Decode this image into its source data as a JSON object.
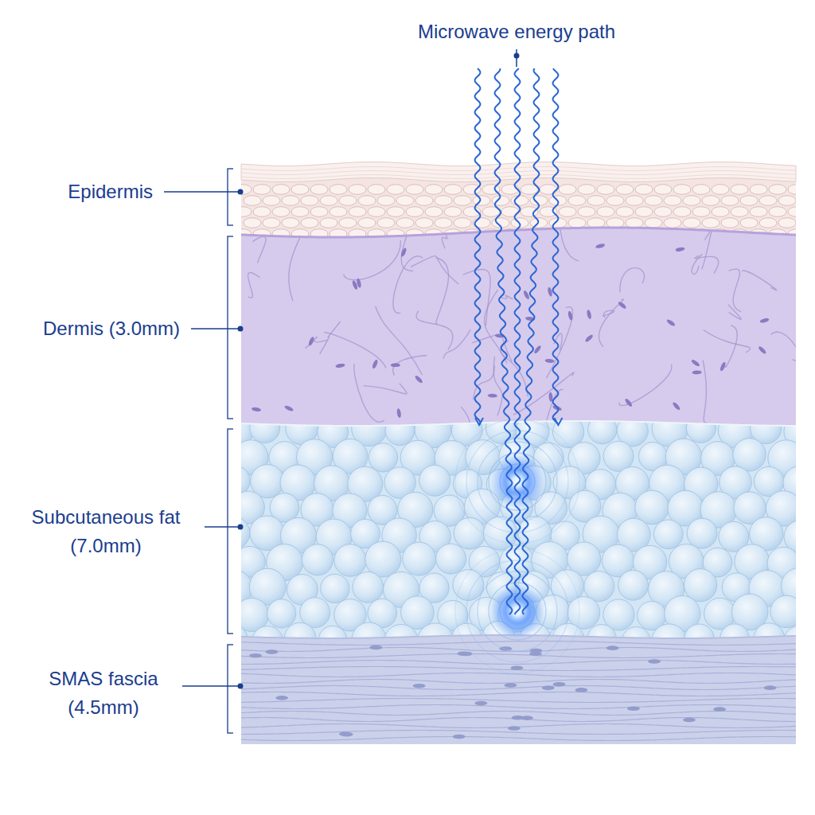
{
  "diagram": {
    "labels": [
      "Microwave energy path",
      "Epidermis",
      "Dermis (3.0mm)",
      "Subcutaneous fat (7.0mm)",
      "SMAS fascia (4.5mm)"
    ]
  }
}
